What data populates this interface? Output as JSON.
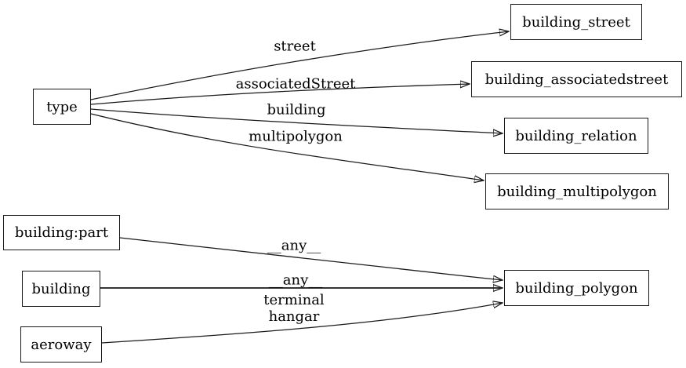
{
  "diagram": {
    "type": "directed-graph",
    "colors": {
      "background": "#ffffff",
      "line": "#1a1a1a",
      "text": "#000000",
      "node_fill": "#ffffff"
    },
    "nodes": [
      {
        "id": "type",
        "label": "type"
      },
      {
        "id": "building_street",
        "label": "building_street"
      },
      {
        "id": "building_associatedstreet",
        "label": "building_associatedstreet"
      },
      {
        "id": "building_relation",
        "label": "building_relation"
      },
      {
        "id": "building_multipolygon",
        "label": "building_multipolygon"
      },
      {
        "id": "building_part",
        "label": "building:part"
      },
      {
        "id": "building",
        "label": "building"
      },
      {
        "id": "aeroway",
        "label": "aeroway"
      },
      {
        "id": "building_polygon",
        "label": "building_polygon"
      }
    ],
    "edges": [
      {
        "from": "type",
        "to": "building_street",
        "label": "street"
      },
      {
        "from": "type",
        "to": "building_associatedstreet",
        "label": "associatedStreet"
      },
      {
        "from": "type",
        "to": "building_relation",
        "label": "building"
      },
      {
        "from": "type",
        "to": "building_multipolygon",
        "label": "multipolygon"
      },
      {
        "from": "building:part",
        "to": "building_polygon",
        "label": "__any__"
      },
      {
        "from": "building",
        "to": "building_polygon",
        "label": "__any__"
      },
      {
        "from": "aeroway",
        "to": "building_polygon",
        "label": "terminal\nhangar"
      }
    ]
  }
}
